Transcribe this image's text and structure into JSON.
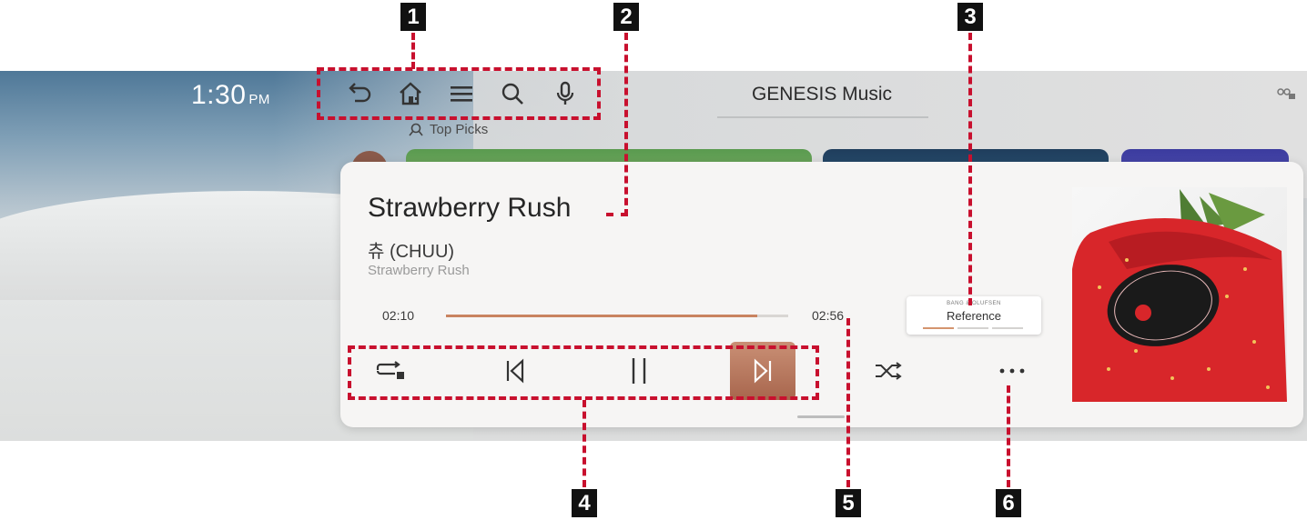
{
  "status": {
    "time": "1:30",
    "ampm": "PM"
  },
  "header": {
    "app_title": "GENESIS Music"
  },
  "toolbar": {
    "icons": [
      "back-icon",
      "home-icon",
      "menu-icon",
      "search-icon",
      "microphone-icon"
    ]
  },
  "top_picks": {
    "label": "Top Picks"
  },
  "now_playing": {
    "title": "Strawberry Rush",
    "artist": "츄 (CHUU)",
    "album": "Strawberry Rush",
    "elapsed": "02:10",
    "duration": "02:56",
    "progress": 0.91
  },
  "sound_mode": {
    "brand": "BANG & OLUFSEN",
    "label": "Reference",
    "level_of_4": 1
  },
  "controls": [
    "repeat-icon",
    "previous-icon",
    "pause-icon",
    "next-icon",
    "shuffle-icon",
    "more-icon"
  ],
  "callouts": [
    "1",
    "2",
    "3",
    "4",
    "5",
    "6"
  ],
  "colors": {
    "accent": "#c98360",
    "callout": "#c8102e",
    "next_button": "#b5735a"
  }
}
